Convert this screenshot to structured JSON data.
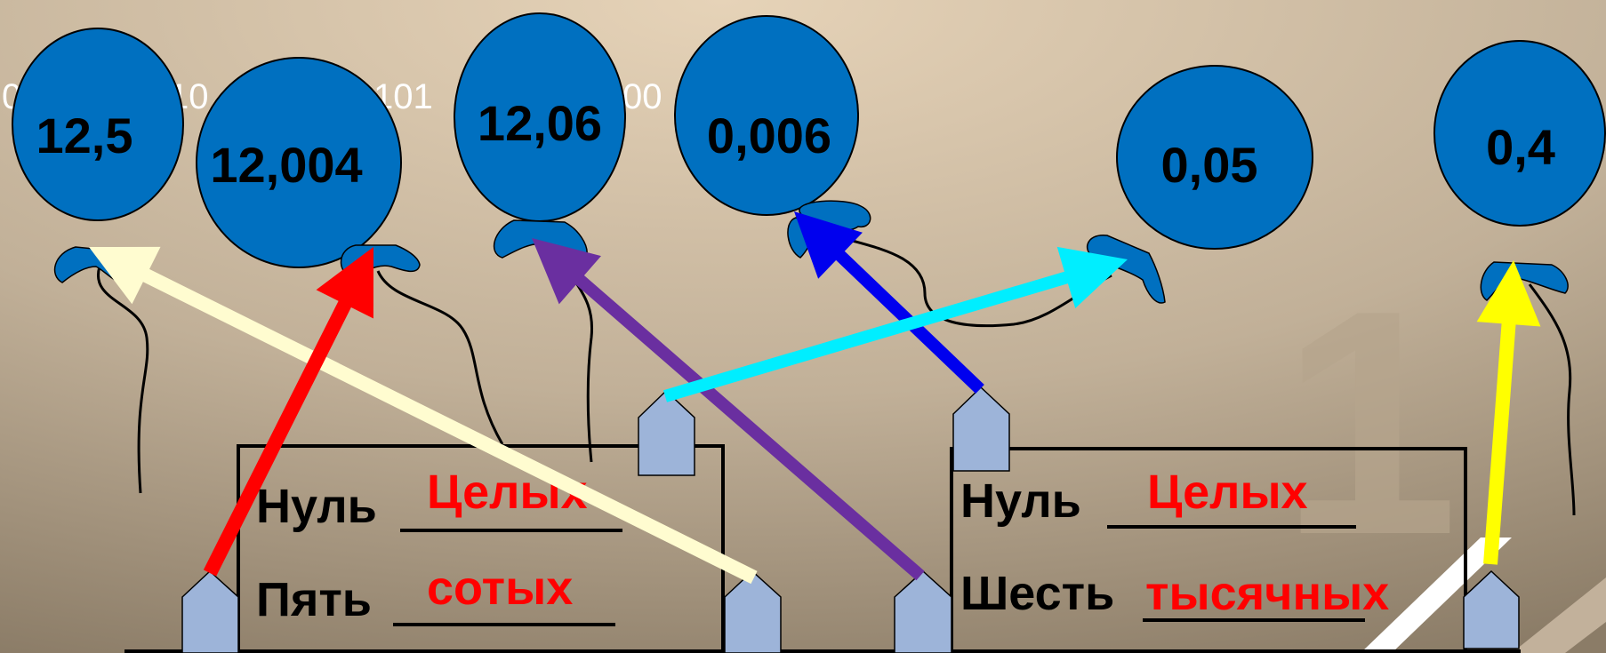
{
  "background": {
    "binary_fragments": [
      "0",
      "10",
      "101",
      "00"
    ],
    "watermark": "1"
  },
  "balloons": [
    {
      "value": "12,5"
    },
    {
      "value": "12,004"
    },
    {
      "value": "12,06"
    },
    {
      "value": "0,006"
    },
    {
      "value": "0,05"
    },
    {
      "value": "0,4"
    }
  ],
  "cards": [
    {
      "line1_word": "Нуль",
      "line1_answer": "Целых",
      "line2_word": "Пять",
      "line2_answer": "сотых"
    },
    {
      "line1_word": "Нуль",
      "line1_answer": "Целых",
      "line2_word": "Шесть",
      "line2_answer": "тысячных"
    }
  ],
  "arrow_colors": {
    "cream": "#fffcd0",
    "red": "#ff0000",
    "purple": "#6a2fa0",
    "blue": "#0000ee",
    "cyan": "#00eeff",
    "yellow": "#ffff00"
  },
  "balloon_color": "#0070c0",
  "tower_color": "#9db4d9"
}
